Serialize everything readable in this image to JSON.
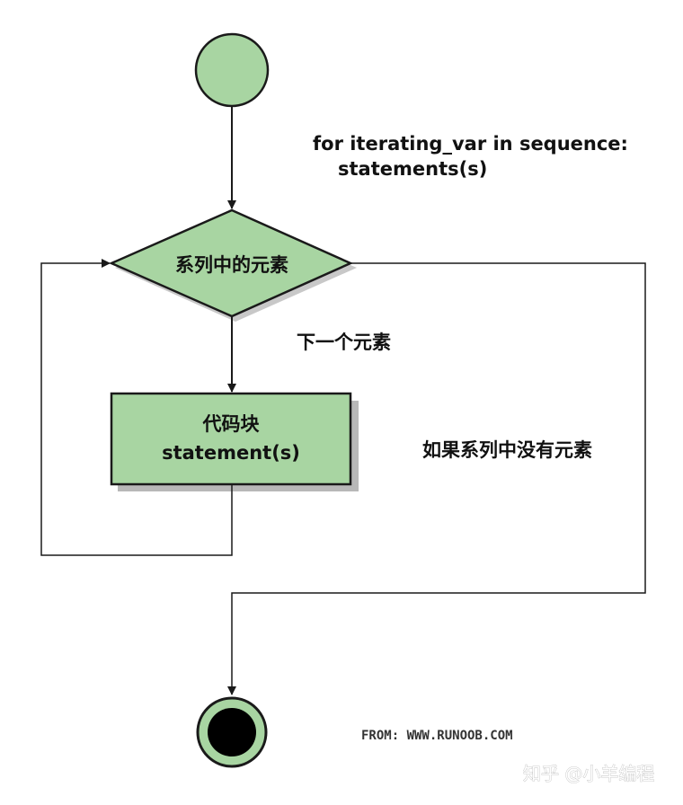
{
  "code": {
    "line1": "for iterating_var in sequence:",
    "line2": "statements(s)"
  },
  "decision": {
    "label": "系列中的元素"
  },
  "next_label": "下一个元素",
  "block": {
    "label_cn": "代码块",
    "label_en": "statement(s)"
  },
  "exit_label": "如果系列中没有元素",
  "source": "FROM: WWW.RUNOOB.COM",
  "watermark": "知乎 @小羊编程",
  "colors": {
    "node_fill": "#a8d5a2",
    "stroke": "#1a1a1a",
    "shadow": "#b8b8b8"
  }
}
